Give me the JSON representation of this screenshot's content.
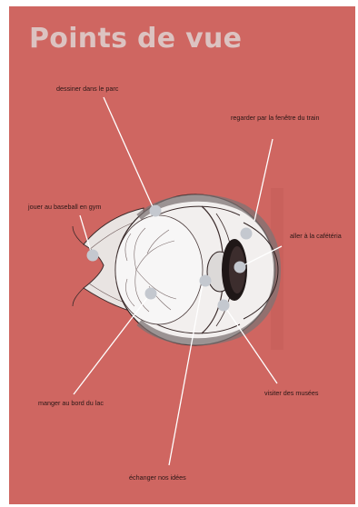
{
  "title": "Points de vue",
  "labels": [
    "dessiner dans le parc",
    "regarder par la fenêtre du train",
    "jouer au baseball en gym",
    "aller à la cafétéria",
    "manger au bord du lac",
    "visiter des musées",
    "échanger nos idées"
  ],
  "colors": {
    "background": "#cf6661",
    "title": "#dcc3c1",
    "dot": "#c4c8cf",
    "line": "#ffffff"
  },
  "illustration": "eye-cross-section"
}
